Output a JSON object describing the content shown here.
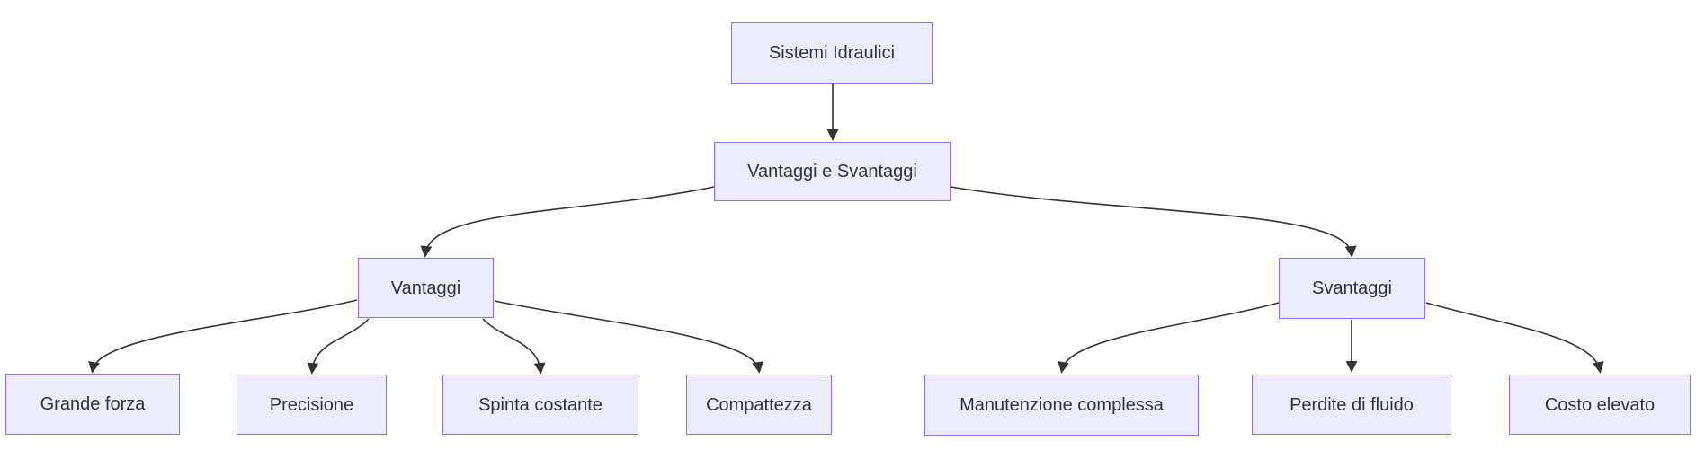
{
  "diagram": {
    "type": "flowchart",
    "orientation": "top-down",
    "nodes": {
      "sistemi_idraulici": {
        "label": "Sistemi Idraulici"
      },
      "vantaggi_e_svantaggi": {
        "label": "Vantaggi e Svantaggi"
      },
      "vantaggi": {
        "label": "Vantaggi"
      },
      "svantaggi": {
        "label": "Svantaggi"
      },
      "grande_forza": {
        "label": "Grande forza"
      },
      "precisione": {
        "label": "Precisione"
      },
      "spinta_costante": {
        "label": "Spinta costante"
      },
      "compattezza": {
        "label": "Compattezza"
      },
      "manutenzione_complessa": {
        "label": "Manutenzione complessa"
      },
      "perdite_di_fluido": {
        "label": "Perdite di fluido"
      },
      "costo_elevato": {
        "label": "Costo elevato"
      }
    },
    "edges": [
      {
        "from": "sistemi_idraulici",
        "to": "vantaggi_e_svantaggi"
      },
      {
        "from": "vantaggi_e_svantaggi",
        "to": "vantaggi"
      },
      {
        "from": "vantaggi_e_svantaggi",
        "to": "svantaggi"
      },
      {
        "from": "vantaggi",
        "to": "grande_forza"
      },
      {
        "from": "vantaggi",
        "to": "precisione"
      },
      {
        "from": "vantaggi",
        "to": "spinta_costante"
      },
      {
        "from": "vantaggi",
        "to": "compattezza"
      },
      {
        "from": "svantaggi",
        "to": "manutenzione_complessa"
      },
      {
        "from": "svantaggi",
        "to": "perdite_di_fluido"
      },
      {
        "from": "svantaggi",
        "to": "costo_elevato"
      }
    ],
    "colors": {
      "node_fill": "#ECECFF",
      "node_border": "#9370DB",
      "edge_line": "#333333",
      "node_text": "#333333",
      "background": "#FFFFFF"
    }
  }
}
